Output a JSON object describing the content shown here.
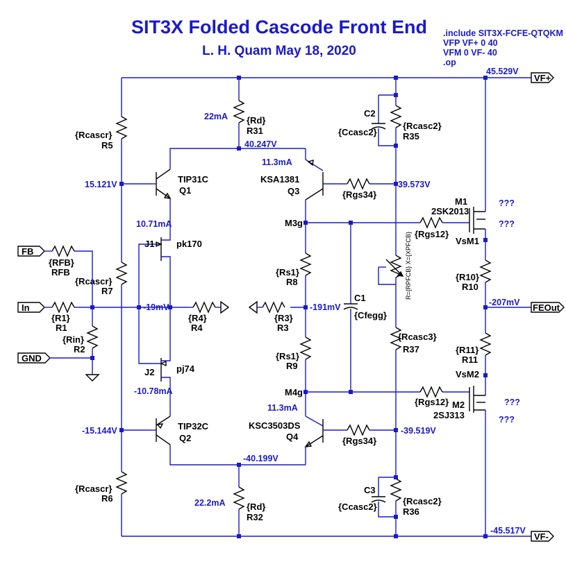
{
  "header": {
    "title": "SIT3X Folded Cascode Front End",
    "author_date": "L. H. Quam   May 18, 2020"
  },
  "directives": [
    ".include SIT3X-FCFE-QTQKM",
    "VFP VF+ 0 40",
    "VFM 0 VF- 40",
    ".op"
  ],
  "ports": {
    "vfp": "VF+",
    "vfm": "VF-",
    "feout": "FEOut",
    "fb": "FB",
    "in": "In",
    "gnd": "GND"
  },
  "components": {
    "r5": {
      "ref": "R5",
      "value": "{Rcascr}"
    },
    "r7": {
      "ref": "R7",
      "value": "{Rcascr}"
    },
    "r6": {
      "ref": "R6",
      "value": "{Rcascr}"
    },
    "r31": {
      "ref": "R31",
      "value": "{Rd}"
    },
    "r32": {
      "ref": "R32",
      "value": "{Rd}"
    },
    "c2": {
      "ref": "C2",
      "value": "{Ccasc2}"
    },
    "c3": {
      "ref": "C3",
      "value": "{Ccasc2}"
    },
    "r35": {
      "ref": "R35",
      "value": "{Rcasc2}"
    },
    "r36": {
      "ref": "R36",
      "value": "{Rcasc2}"
    },
    "r37": {
      "ref": "R37",
      "value": "{Rcasc3}"
    },
    "q1": {
      "ref": "Q1",
      "value": "TIP31C"
    },
    "q2": {
      "ref": "Q2",
      "value": "TIP32C"
    },
    "q3": {
      "ref": "Q3",
      "value": "KSA1381"
    },
    "q4": {
      "ref": "Q4",
      "value": "KSC3503DS"
    },
    "j1": {
      "ref": "J1",
      "value": "pk170"
    },
    "j2": {
      "ref": "J2",
      "value": "pj74"
    },
    "m1": {
      "ref": "M1",
      "value": "2SK2013"
    },
    "m2": {
      "ref": "M2",
      "value": "2SJ313"
    },
    "r8": {
      "ref": "R8",
      "value": "{Rs1}"
    },
    "r9": {
      "ref": "R9",
      "value": "{Rs1}"
    },
    "c1": {
      "ref": "C1",
      "value": "{Cfegg}"
    },
    "rgs34a": {
      "value": "{Rgs34}"
    },
    "rgs34b": {
      "value": "{Rgs34}"
    },
    "rgs12a": {
      "value": "{Rgs12}"
    },
    "rgs12b": {
      "value": "{Rgs12}"
    },
    "r10": {
      "ref": "R10",
      "value": "{R10}"
    },
    "r11": {
      "ref": "R11",
      "value": "{R11}"
    },
    "rfb": {
      "ref": "RFB",
      "value": "{RFB}"
    },
    "r1": {
      "ref": "R1",
      "value": "{R1}"
    },
    "r2": {
      "ref": "R2",
      "value": "{Rin}"
    },
    "r4": {
      "ref": "R4",
      "value": "{R4}"
    },
    "r3": {
      "ref": "R3",
      "value": "{R3}"
    },
    "pot": {
      "value": "R={RPFCB} X={XPFCB}"
    }
  },
  "nets": {
    "m3g": "M3g",
    "m4g": "M4g",
    "vsm1": "VsM1",
    "vsm2": "VsM2"
  },
  "readings": {
    "vfp": "45.529V",
    "vfm": "-45.517V",
    "top_bus": "40.247V",
    "bot_bus": "-40.199V",
    "q1_base": "15.121V",
    "q2_base": "-15.144V",
    "q3_c": "39.573V",
    "q4_c": "-39.519V",
    "in_node": "-19mV",
    "mid_node": "-191mV",
    "fe_out": "-207mV",
    "i_rd_top": "22mA",
    "i_rd_bot": "22.2mA",
    "i_q3": "11.3mA",
    "i_q4": "11.3mA",
    "i_j1": "10.71mA",
    "i_j2": "-10.78mA",
    "unk1": "???",
    "unk2": "???",
    "unk3": "???",
    "unk4": "???"
  }
}
